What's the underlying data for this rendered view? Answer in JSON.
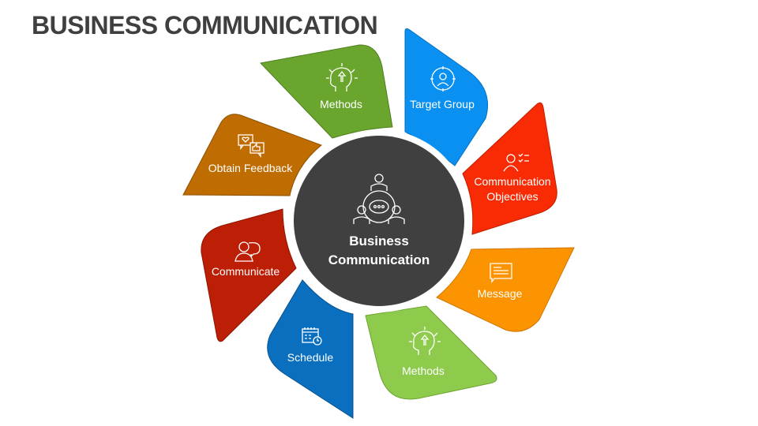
{
  "title": "BUSINESS COMMUNICATION",
  "center": {
    "line1": "Business",
    "line2": "Communication"
  },
  "petals": [
    {
      "label": "Methods",
      "color": "#6aa52e",
      "icon": "head-idea-icon"
    },
    {
      "label": "Target Group",
      "color": "#0a90f0",
      "icon": "target-group-icon"
    },
    {
      "label1": "Communication",
      "label2": "Objectives",
      "color": "#f82b05",
      "icon": "person-checklist-icon"
    },
    {
      "label": "Message",
      "color": "#fc9300",
      "icon": "message-icon"
    },
    {
      "label": "Methods",
      "color": "#8ecb4d",
      "icon": "head-idea-icon"
    },
    {
      "label": "Schedule",
      "color": "#0a6fbf",
      "icon": "calendar-clock-icon"
    },
    {
      "label": "Communicate",
      "color": "#bd1e06",
      "icon": "people-talk-icon"
    },
    {
      "label": "Obtain Feedback",
      "color": "#bf6c00",
      "icon": "feedback-icon"
    }
  ]
}
